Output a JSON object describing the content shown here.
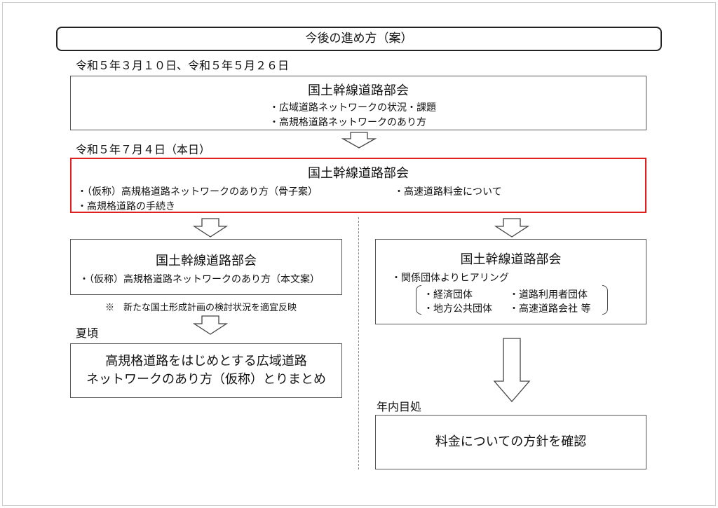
{
  "title": "今後の進め方（案）",
  "date1": "令和５年３月１０日、令和５年５月２６日",
  "box1": {
    "heading": "国土幹線道路部会",
    "items": [
      "・広域道路ネットワークの状況・課題",
      "・高規格道路ネットワークのあり方"
    ]
  },
  "date2": "令和５年７月４日（本日）",
  "box2": {
    "heading": "国土幹線道路部会",
    "items": [
      "・（仮称）高規格道路ネットワークのあり方（骨子案）",
      "・高規格道路の手続き",
      "・高速道路料金について"
    ],
    "border_color": "#e02020"
  },
  "left": {
    "box3": {
      "heading": "国土幹線道路部会",
      "items": [
        "・（仮称）高規格道路ネットワークのあり方（本文案）"
      ]
    },
    "note": "※　新たな国土形成計画の検討状況を適宜反映",
    "period": "夏頃",
    "box4": {
      "lines": [
        "高規格道路をはじめとする広域道路",
        "ネットワークのあり方（仮称）とりまとめ"
      ]
    }
  },
  "right": {
    "box5": {
      "heading": "国土幹線道路部会",
      "item": "・関係団体よりヒアリング",
      "groups": [
        "・経済団体",
        "・道路利用者団体",
        "・地方公共団体",
        "・高速道路会社 等"
      ]
    },
    "period": "年内目処",
    "box6": {
      "text": "料金についての方針を確認"
    }
  }
}
